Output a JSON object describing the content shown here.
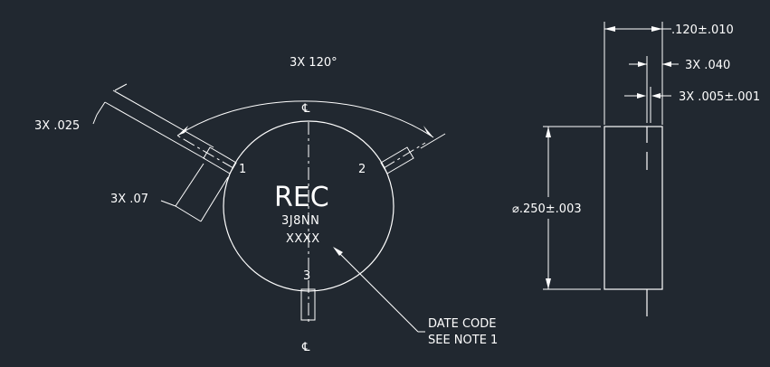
{
  "front_view": {
    "angle_note": "3X 120°",
    "lead_width_note": "3X .025",
    "lead_length_note": "3X .07",
    "centerline_symbol": "℄",
    "pin_labels": [
      "1",
      "2",
      "3"
    ],
    "marking_main": "REC",
    "marking_part": "3J8NN",
    "marking_code": "XXXX",
    "date_code_note_line1": "DATE CODE",
    "date_code_note_line2": "SEE NOTE 1"
  },
  "side_view": {
    "thickness_note": ".120±.010",
    "lead_offset_note": "3X .040",
    "lead_thickness_note": "3X .005±.001",
    "diameter_note": "⌀.250±.003"
  },
  "colors": {
    "background": "#212830",
    "linework": "#ffffff"
  }
}
